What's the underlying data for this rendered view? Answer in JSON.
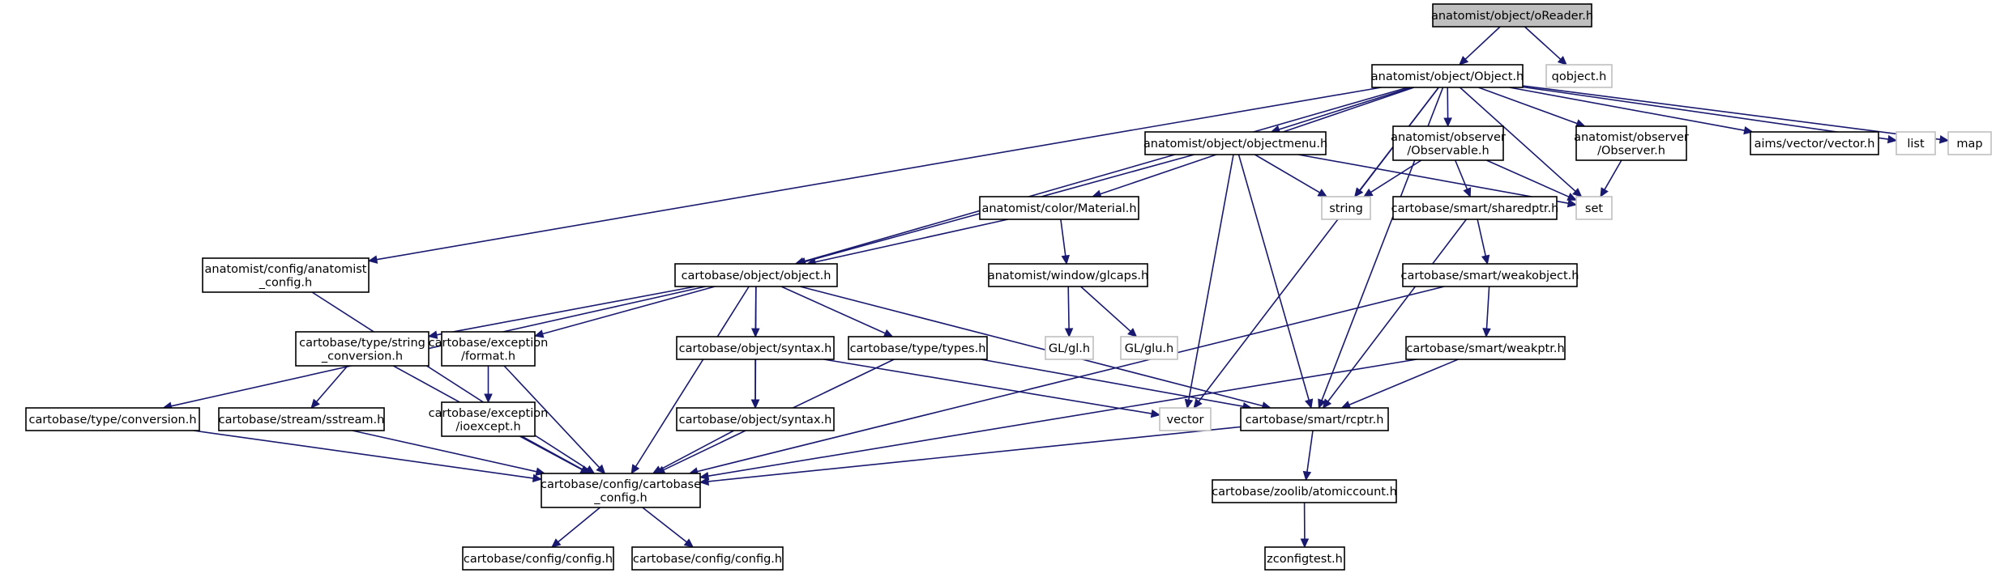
{
  "diagram": {
    "title": "",
    "nodes": [
      {
        "id": "oreader",
        "lines": [
          "anatomist/object/oReader.h"
        ],
        "style": "root"
      },
      {
        "id": "object_h",
        "lines": [
          "anatomist/object/Object.h"
        ],
        "style": "normal"
      },
      {
        "id": "qobject",
        "lines": [
          "qobject.h"
        ],
        "style": "external"
      },
      {
        "id": "objectmenu",
        "lines": [
          "anatomist/object/objectmenu.h"
        ],
        "style": "normal"
      },
      {
        "id": "observable",
        "lines": [
          "anatomist/observer",
          "/Observable.h"
        ],
        "style": "normal"
      },
      {
        "id": "observer",
        "lines": [
          "anatomist/observer",
          "/Observer.h"
        ],
        "style": "normal"
      },
      {
        "id": "aimsvector",
        "lines": [
          "aims/vector/vector.h"
        ],
        "style": "normal"
      },
      {
        "id": "list",
        "lines": [
          "list"
        ],
        "style": "external"
      },
      {
        "id": "map",
        "lines": [
          "map"
        ],
        "style": "external"
      },
      {
        "id": "string",
        "lines": [
          "string"
        ],
        "style": "external"
      },
      {
        "id": "set",
        "lines": [
          "set"
        ],
        "style": "external"
      },
      {
        "id": "material",
        "lines": [
          "anatomist/color/Material.h"
        ],
        "style": "normal"
      },
      {
        "id": "sharedptr",
        "lines": [
          "cartobase/smart/sharedptr.h"
        ],
        "style": "normal"
      },
      {
        "id": "anaconfig",
        "lines": [
          "anatomist/config/anatomist",
          "_config.h"
        ],
        "style": "normal"
      },
      {
        "id": "cbobject",
        "lines": [
          "cartobase/object/object.h"
        ],
        "style": "normal"
      },
      {
        "id": "glcaps",
        "lines": [
          "anatomist/window/glcaps.h"
        ],
        "style": "normal"
      },
      {
        "id": "weakobject",
        "lines": [
          "cartobase/smart/weakobject.h"
        ],
        "style": "normal"
      },
      {
        "id": "stringconv",
        "lines": [
          "cartobase/type/string",
          "_conversion.h"
        ],
        "style": "normal"
      },
      {
        "id": "excformat",
        "lines": [
          "cartobase/exception",
          "/format.h"
        ],
        "style": "normal"
      },
      {
        "id": "syntax1",
        "lines": [
          "cartobase/object/syntax.h"
        ],
        "style": "normal"
      },
      {
        "id": "types",
        "lines": [
          "cartobase/type/types.h"
        ],
        "style": "normal"
      },
      {
        "id": "glh",
        "lines": [
          "GL/gl.h"
        ],
        "style": "external"
      },
      {
        "id": "gluh",
        "lines": [
          "GL/glu.h"
        ],
        "style": "external"
      },
      {
        "id": "weakptr",
        "lines": [
          "cartobase/smart/weakptr.h"
        ],
        "style": "normal"
      },
      {
        "id": "conversion",
        "lines": [
          "cartobase/type/conversion.h"
        ],
        "style": "normal"
      },
      {
        "id": "sstream",
        "lines": [
          "cartobase/stream/sstream.h"
        ],
        "style": "normal"
      },
      {
        "id": "ioexcept",
        "lines": [
          "cartobase/exception",
          "/ioexcept.h"
        ],
        "style": "normal"
      },
      {
        "id": "syntax2",
        "lines": [
          "cartobase/object/syntax.h"
        ],
        "style": "normal"
      },
      {
        "id": "vector",
        "lines": [
          "vector"
        ],
        "style": "external"
      },
      {
        "id": "rcptr",
        "lines": [
          "cartobase/smart/rcptr.h"
        ],
        "style": "normal"
      },
      {
        "id": "cbconfig",
        "lines": [
          "cartobase/config/cartobase",
          "_config.h"
        ],
        "style": "normal"
      },
      {
        "id": "atomiccount",
        "lines": [
          "cartobase/zoolib/atomiccount.h"
        ],
        "style": "normal"
      },
      {
        "id": "config1",
        "lines": [
          "cartobase/config/config.h"
        ],
        "style": "normal"
      },
      {
        "id": "config2",
        "lines": [
          "cartobase/config/config.h"
        ],
        "style": "normal"
      },
      {
        "id": "zconfigtest",
        "lines": [
          "zconfigtest.h"
        ],
        "style": "normal"
      }
    ],
    "edges": [
      [
        "oreader",
        "object_h"
      ],
      [
        "oreader",
        "qobject"
      ],
      [
        "object_h",
        "objectmenu"
      ],
      [
        "object_h",
        "observable"
      ],
      [
        "object_h",
        "observer"
      ],
      [
        "object_h",
        "aimsvector"
      ],
      [
        "object_h",
        "list"
      ],
      [
        "object_h",
        "map"
      ],
      [
        "object_h",
        "string"
      ],
      [
        "object_h",
        "set"
      ],
      [
        "object_h",
        "material"
      ],
      [
        "object_h",
        "anaconfig"
      ],
      [
        "object_h",
        "cbobject"
      ],
      [
        "object_h",
        "vector"
      ],
      [
        "object_h",
        "rcptr"
      ],
      [
        "objectmenu",
        "string"
      ],
      [
        "objectmenu",
        "set"
      ],
      [
        "objectmenu",
        "cbobject"
      ],
      [
        "objectmenu",
        "vector"
      ],
      [
        "objectmenu",
        "rcptr"
      ],
      [
        "observable",
        "string"
      ],
      [
        "observable",
        "set"
      ],
      [
        "observable",
        "sharedptr"
      ],
      [
        "observer",
        "set"
      ],
      [
        "material",
        "cbobject"
      ],
      [
        "material",
        "glcaps"
      ],
      [
        "glcaps",
        "glh"
      ],
      [
        "glcaps",
        "gluh"
      ],
      [
        "sharedptr",
        "weakobject"
      ],
      [
        "sharedptr",
        "rcptr"
      ],
      [
        "weakobject",
        "weakptr"
      ],
      [
        "weakobject",
        "cbconfig"
      ],
      [
        "weakptr",
        "rcptr"
      ],
      [
        "weakptr",
        "cbconfig"
      ],
      [
        "anaconfig",
        "cbconfig"
      ],
      [
        "cbobject",
        "stringconv"
      ],
      [
        "cbobject",
        "excformat"
      ],
      [
        "cbobject",
        "syntax1"
      ],
      [
        "cbobject",
        "types"
      ],
      [
        "cbobject",
        "conversion"
      ],
      [
        "cbobject",
        "syntax2"
      ],
      [
        "cbobject",
        "rcptr"
      ],
      [
        "cbobject",
        "cbconfig"
      ],
      [
        "stringconv",
        "sstream"
      ],
      [
        "stringconv",
        "cbconfig"
      ],
      [
        "excformat",
        "ioexcept"
      ],
      [
        "excformat",
        "cbconfig"
      ],
      [
        "syntax1",
        "syntax2"
      ],
      [
        "syntax1",
        "vector"
      ],
      [
        "types",
        "rcptr"
      ],
      [
        "types",
        "cbconfig"
      ],
      [
        "conversion",
        "cbconfig"
      ],
      [
        "sstream",
        "cbconfig"
      ],
      [
        "ioexcept",
        "cbconfig"
      ],
      [
        "syntax2",
        "cbconfig"
      ],
      [
        "rcptr",
        "cbconfig"
      ],
      [
        "rcptr",
        "atomiccount"
      ],
      [
        "cbconfig",
        "config1"
      ],
      [
        "cbconfig",
        "config2"
      ],
      [
        "atomiccount",
        "zconfigtest"
      ]
    ]
  }
}
